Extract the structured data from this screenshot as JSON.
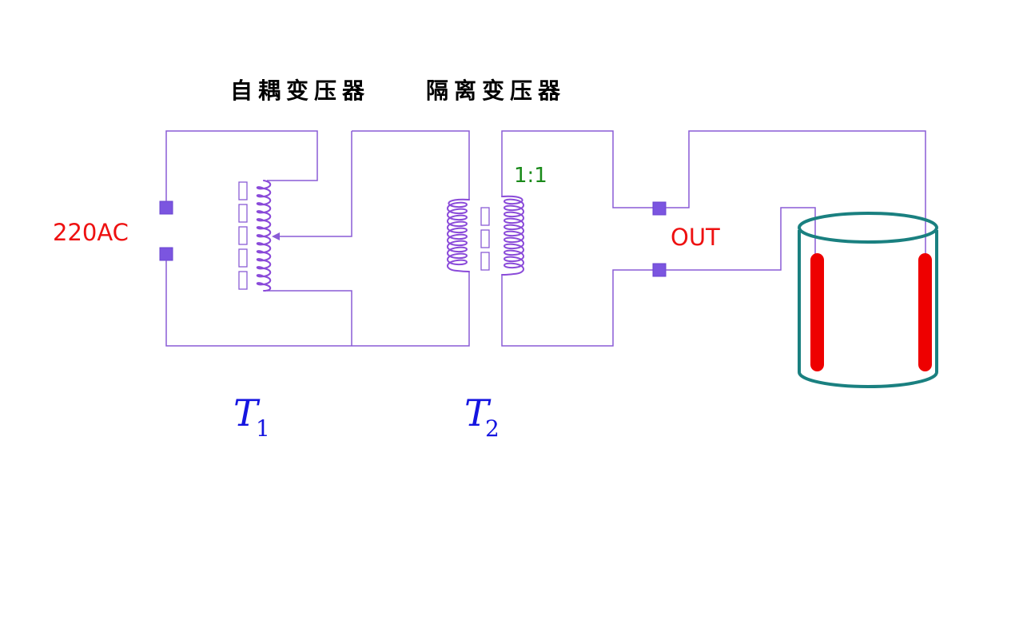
{
  "labels": {
    "autotransformer": "自耦变压器",
    "isolation_transformer": "隔离变压器",
    "input": "220AC",
    "ratio": "1:1",
    "output": "OUT",
    "t1_letter": "T",
    "t1_sub": "1",
    "t2_letter": "T",
    "t2_sub": "2"
  },
  "colors": {
    "wire": "#8a5cd6",
    "coil": "#8a4ad9",
    "terminal": "#7b55e0",
    "input_label": "#ee1111",
    "ratio_label": "#1a8a1a",
    "transformer_symbol": "#1515e0",
    "cell_outline": "#1a8080",
    "electrode": "#ee0000"
  },
  "icons": {
    "tap_arrow": "arrowhead-left-icon",
    "cell": "electrolytic-cell-icon"
  }
}
